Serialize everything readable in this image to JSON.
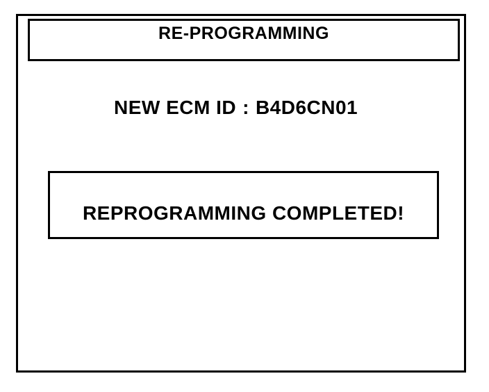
{
  "colors": {
    "foreground": "#000000",
    "background": "#ffffff"
  },
  "header": {
    "title": "RE-PROGRAMMING"
  },
  "ecm": {
    "label": "NEW ECM ID",
    "separator": ":",
    "value": "B4D6CN01"
  },
  "message": {
    "text": "REPROGRAMMING COMPLETED!"
  }
}
